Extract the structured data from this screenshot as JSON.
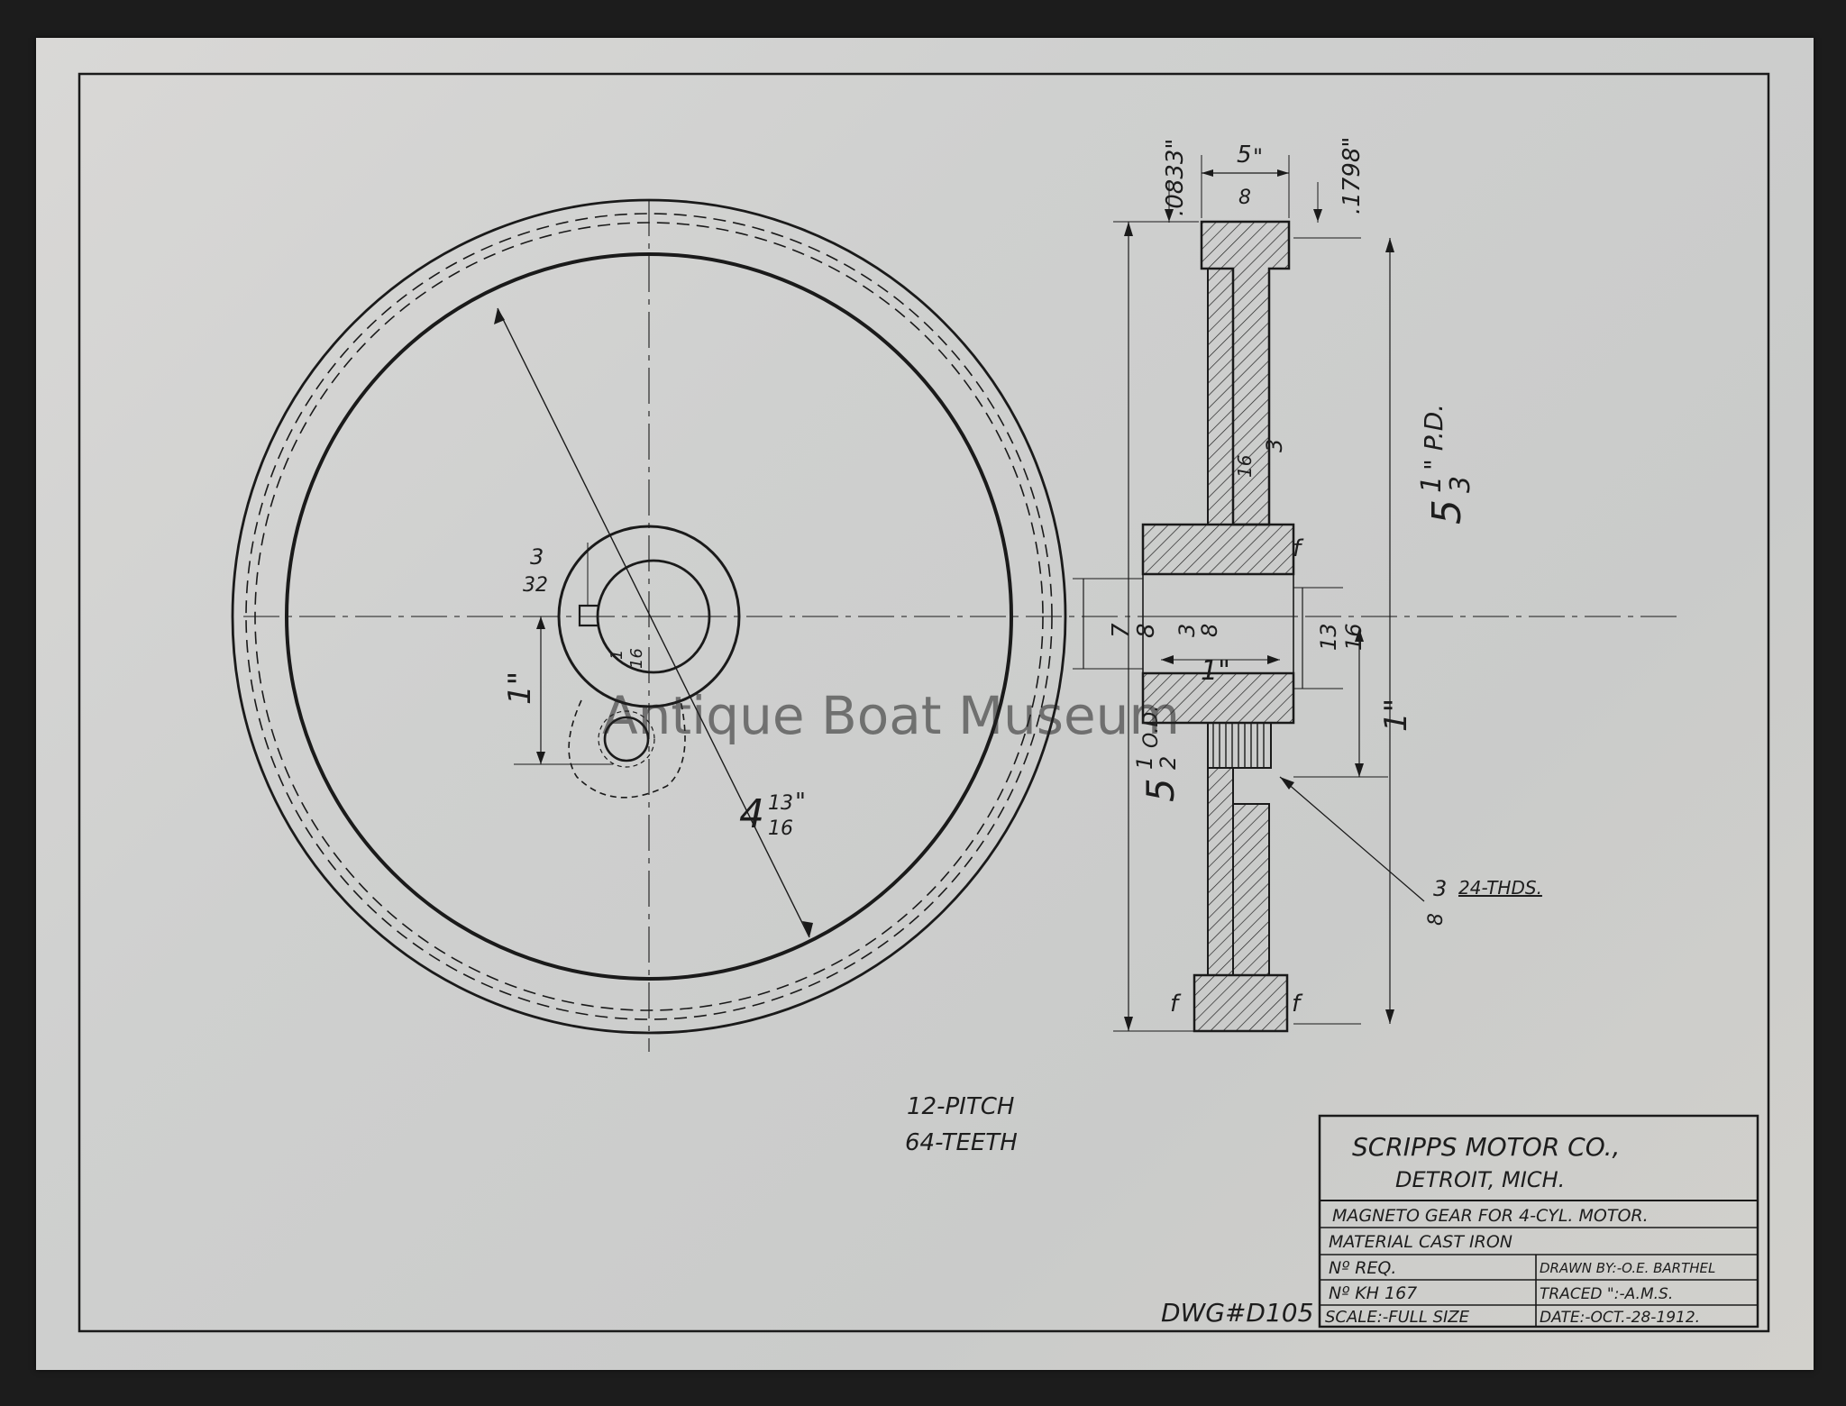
{
  "watermark": "Antique Boat Museum",
  "notes": {
    "pitch": "12-PITCH",
    "teeth": "64-TEETH",
    "dwg_number": "DWG#D105"
  },
  "dimensions": {
    "face_width": {
      "num": "5",
      "den": "8",
      "unit": "\""
    },
    "tooth_a": ".0833\"",
    "tooth_b": ".1798\"",
    "web": {
      "num": "3",
      "den": "16",
      "unit": "\""
    },
    "pitch_dia": {
      "whole": "5",
      "num": "1",
      "den": "3",
      "unit": "\" P.D."
    },
    "outside_dia": {
      "whole": "5",
      "num": "1",
      "den": "2",
      "unit": "O.D."
    },
    "hub_left": {
      "num": "7",
      "den": "8",
      "unit": "\""
    },
    "bore": {
      "num": "3",
      "den": "8",
      "unit": "\""
    },
    "hub_right": {
      "num": "13",
      "den": "16",
      "unit": "\""
    },
    "hub_length": "1\"",
    "offset_right": "1\"",
    "offset_left": "1\"",
    "keyway": {
      "num": "3",
      "den": "32",
      "unit": "\""
    },
    "key_depth": {
      "num": "1",
      "den": "16",
      "unit": "\""
    },
    "inner_dia": {
      "whole": "4",
      "num": "13",
      "den": "16",
      "unit": "\""
    },
    "tap": {
      "num": "3",
      "den": "8",
      "unit": "\"",
      "thread": "24-THDS."
    },
    "finish_mark": "f"
  },
  "title_block": {
    "company": "SCRIPPS MOTOR CO.,",
    "city": "DETROIT, MICH.",
    "part": "MAGNETO GEAR FOR 4-CYL. MOTOR.",
    "material": "MATERIAL   CAST IRON",
    "no_req": "Nº REQ.",
    "drawn_by": "DRAWN BY:-O.E. BARTHEL",
    "part_no": "Nº KH 167",
    "traced": "TRACED \":-A.M.S.",
    "scale": "SCALE:-FULL SIZE",
    "date": "DATE:-OCT.-28-1912."
  }
}
